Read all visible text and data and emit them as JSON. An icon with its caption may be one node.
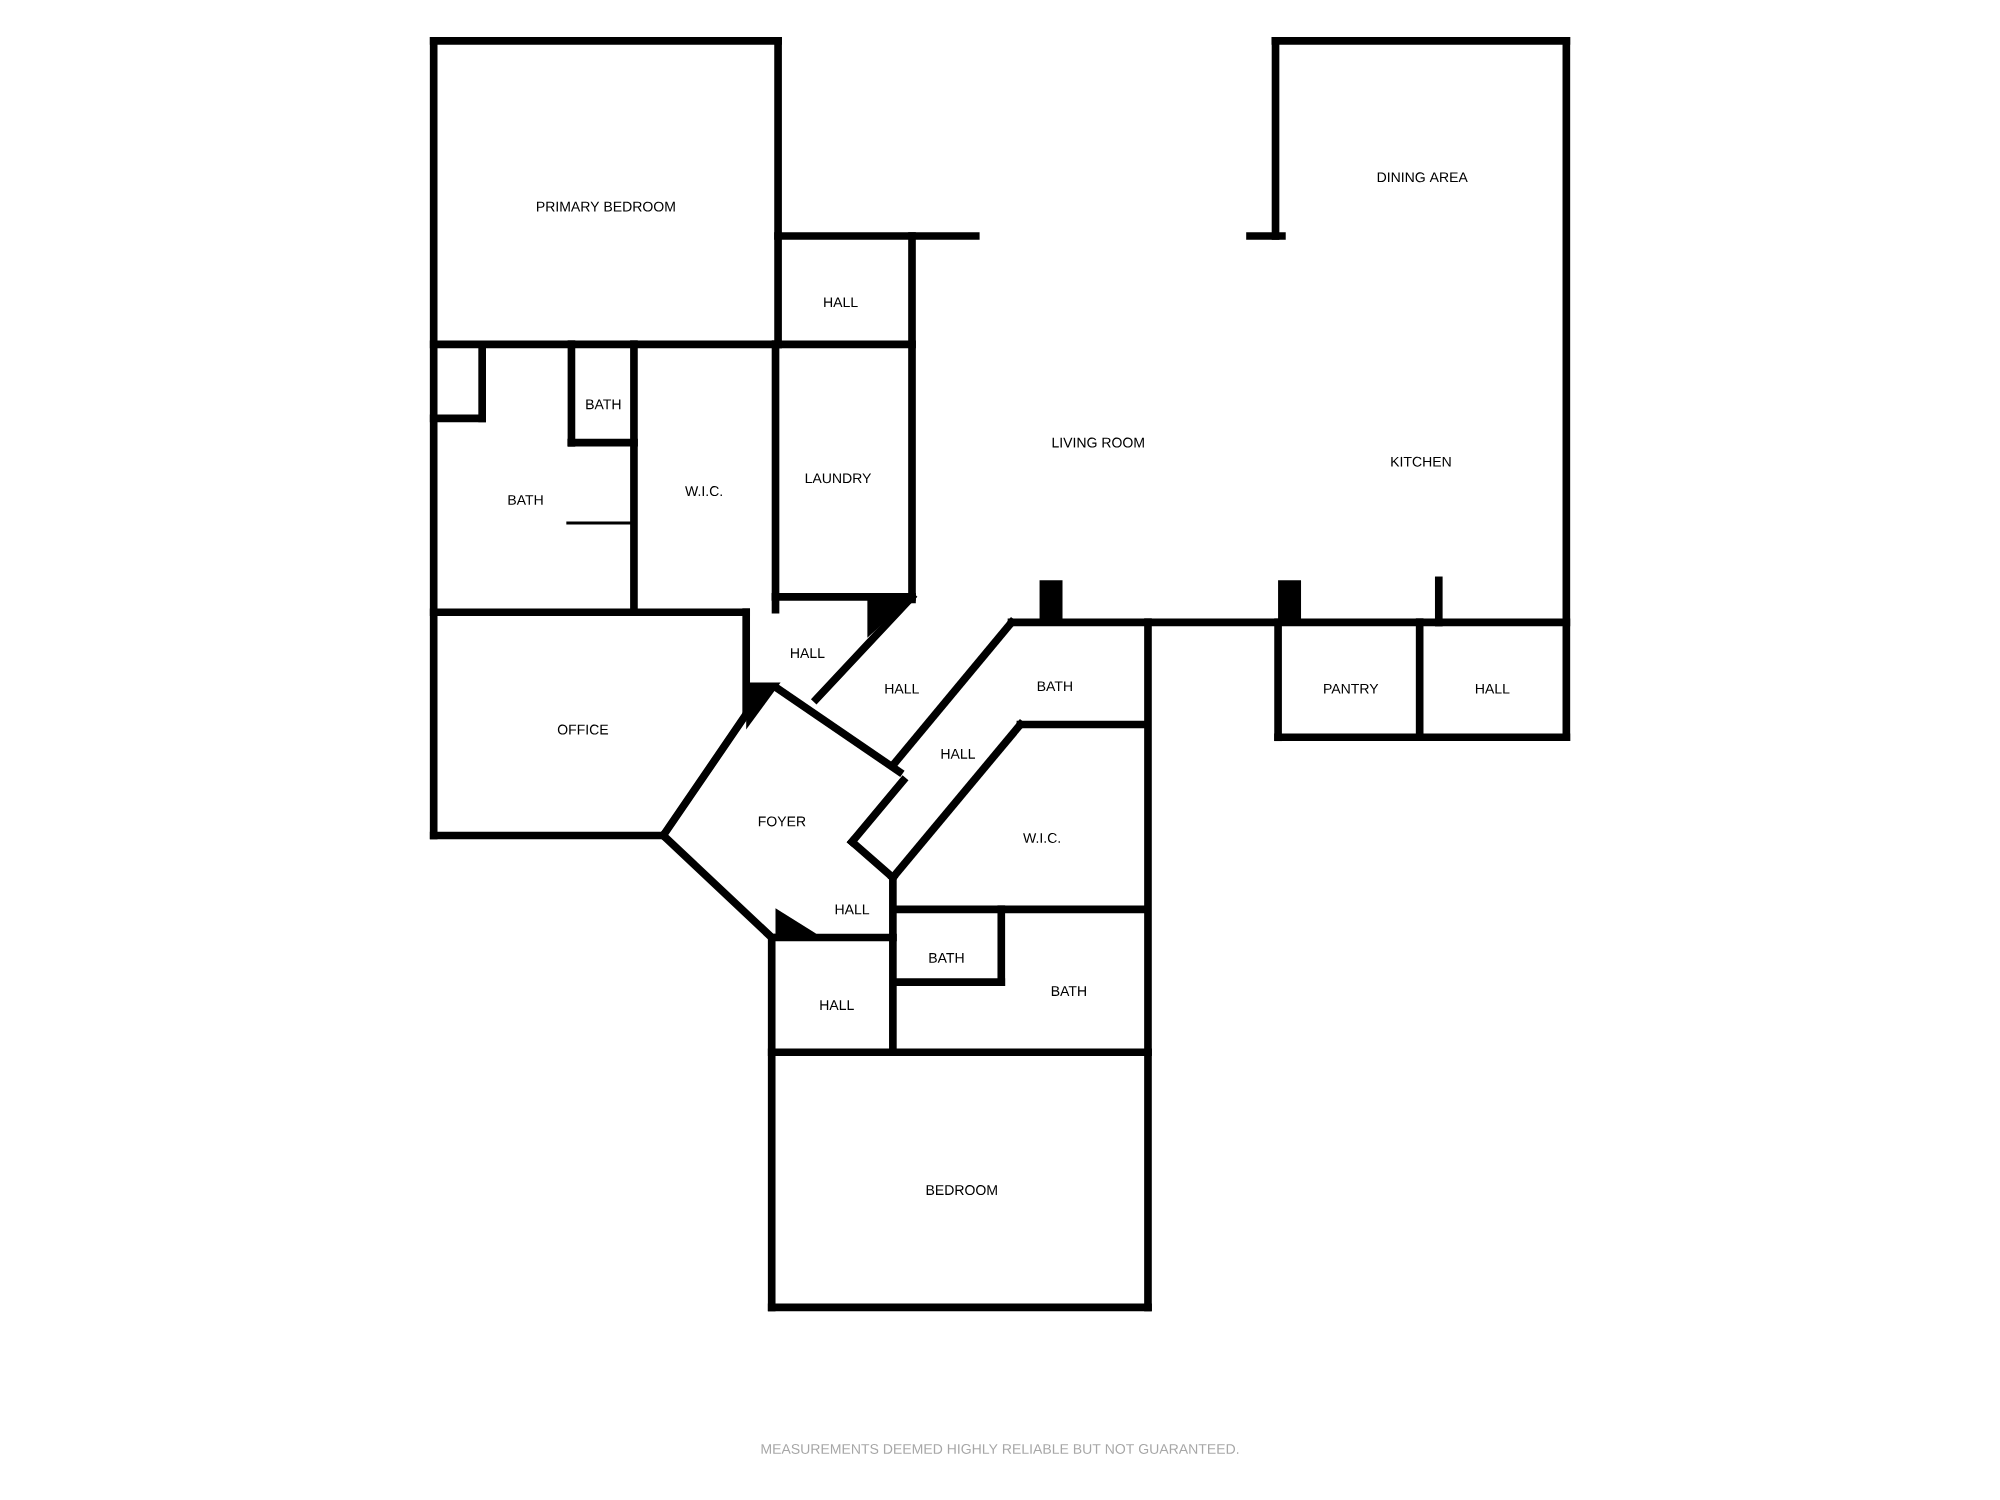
{
  "diagram": {
    "labels": [
      "PRIMARY BEDROOM",
      "DINING AREA",
      "HALL",
      "BATH",
      "BATH",
      "W.I.C.",
      "LAUNDRY",
      "LIVING ROOM",
      "KITCHEN",
      "HALL",
      "HALL",
      "BATH",
      "OFFICE",
      "PANTRY",
      "HALL",
      "HALL",
      "FOYER",
      "W.I.C.",
      "HALL",
      "BATH",
      "BATH",
      "HALL",
      "BEDROOM",
      "MEASUREMENTS DEEMED HIGHLY RELIABLE BUT NOT GUARANTEED."
    ]
  }
}
